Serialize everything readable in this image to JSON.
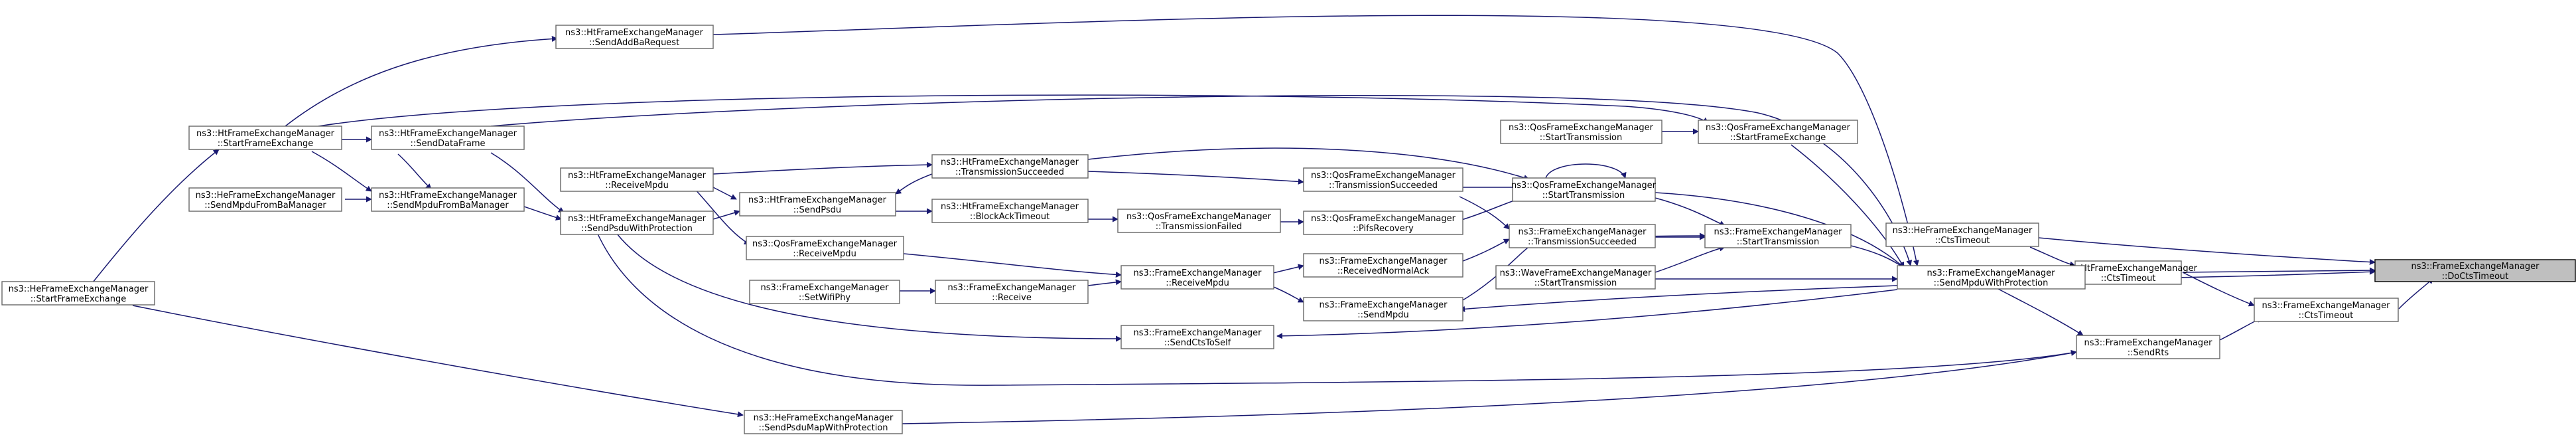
{
  "nodes": [
    {
      "id": "doCtsTimeout",
      "lines": [
        "ns3::FrameExchangeManager",
        "::DoCtsTimeout"
      ],
      "highlight": true
    },
    {
      "id": "heCtsTimeout",
      "lines": [
        "ns3::HeFrameExchangeManager",
        "::CtsTimeout"
      ]
    },
    {
      "id": "htCtsTimeout",
      "lines": [
        "ns3::HtFrameExchangeManager",
        "::CtsTimeout"
      ]
    },
    {
      "id": "feCtsTimeout",
      "lines": [
        "ns3::FrameExchangeManager",
        "::CtsTimeout"
      ]
    },
    {
      "id": "sendMpduWithProtection",
      "lines": [
        "ns3::FrameExchangeManager",
        "::SendMpduWithProtection"
      ]
    },
    {
      "id": "sendRts",
      "lines": [
        "ns3::FrameExchangeManager",
        "::SendRts"
      ]
    },
    {
      "id": "htSendAddBaRequest",
      "lines": [
        "ns3::HtFrameExchangeManager",
        "::SendAddBaRequest"
      ]
    },
    {
      "id": "htStartFrameExchange",
      "lines": [
        "ns3::HtFrameExchangeManager",
        "::StartFrameExchange"
      ]
    },
    {
      "id": "heStartFrameExchange",
      "lines": [
        "ns3::HeFrameExchangeManager",
        "::StartFrameExchange"
      ]
    },
    {
      "id": "htSendDataFrame",
      "lines": [
        "ns3::HtFrameExchangeManager",
        "::SendDataFrame"
      ]
    },
    {
      "id": "htSendMpduFromBaManager",
      "lines": [
        "ns3::HtFrameExchangeManager",
        "::SendMpduFromBaManager"
      ]
    },
    {
      "id": "heSendMpduFromBaManager",
      "lines": [
        "ns3::HeFrameExchangeManager",
        "::SendMpduFromBaManager"
      ]
    },
    {
      "id": "htSendPsduWithProtection",
      "lines": [
        "ns3::HtFrameExchangeManager",
        "::SendPsduWithProtection"
      ]
    },
    {
      "id": "heSendPsduMapWithProtection",
      "lines": [
        "ns3::HeFrameExchangeManager",
        "::SendPsduMapWithProtection"
      ]
    },
    {
      "id": "htReceiveMpdu",
      "lines": [
        "ns3::HtFrameExchangeManager",
        "::ReceiveMpdu"
      ]
    },
    {
      "id": "htSendPsdu",
      "lines": [
        "ns3::HtFrameExchangeManager",
        "::SendPsdu"
      ]
    },
    {
      "id": "qosReceiveMpdu",
      "lines": [
        "ns3::QosFrameExchangeManager",
        "::ReceiveMpdu"
      ]
    },
    {
      "id": "htTransmissionSucceeded",
      "lines": [
        "ns3::HtFrameExchangeManager",
        "::TransmissionSucceeded"
      ]
    },
    {
      "id": "htBlockAckTimeout",
      "lines": [
        "ns3::HtFrameExchangeManager",
        "::BlockAckTimeout"
      ]
    },
    {
      "id": "feSetWifiPhy",
      "lines": [
        "ns3::FrameExchangeManager",
        "::SetWifiPhy"
      ]
    },
    {
      "id": "feReceive",
      "lines": [
        "ns3::FrameExchangeManager",
        "::Receive"
      ]
    },
    {
      "id": "feReceiveMpdu",
      "lines": [
        "ns3::FrameExchangeManager",
        "::ReceiveMpdu"
      ]
    },
    {
      "id": "feSendCtsToSelf",
      "lines": [
        "ns3::FrameExchangeManager",
        "::SendCtsToSelf"
      ]
    },
    {
      "id": "qosTransmissionFailed",
      "lines": [
        "ns3::QosFrameExchangeManager",
        "::TransmissionFailed"
      ]
    },
    {
      "id": "qosTransmissionSucceeded",
      "lines": [
        "ns3::QosFrameExchangeManager",
        "::TransmissionSucceeded"
      ]
    },
    {
      "id": "qosPifsRecovery",
      "lines": [
        "ns3::QosFrameExchangeManager",
        "::PifsRecovery"
      ]
    },
    {
      "id": "feReceivedNormalAck",
      "lines": [
        "ns3::FrameExchangeManager",
        "::ReceivedNormalAck"
      ]
    },
    {
      "id": "feSendMpdu",
      "lines": [
        "ns3::FrameExchangeManager",
        "::SendMpdu"
      ]
    },
    {
      "id": "qosStartTransmission",
      "lines": [
        "ns3::QosFrameExchangeManager",
        "::StartTransmission"
      ]
    },
    {
      "id": "feTransmissionSucceeded",
      "lines": [
        "ns3::FrameExchangeManager",
        "::TransmissionSucceeded"
      ]
    },
    {
      "id": "waveStartTransmission",
      "lines": [
        "ns3::WaveFrameExchangeManager",
        "::StartTransmission"
      ]
    },
    {
      "id": "qosStartTransmission2",
      "lines": [
        "ns3::QosFrameExchangeManager",
        "::StartTransmission"
      ]
    },
    {
      "id": "qosStartFrameExchange",
      "lines": [
        "ns3::QosFrameExchangeManager",
        "::StartFrameExchange"
      ]
    },
    {
      "id": "feStartTransmission",
      "lines": [
        "ns3::FrameExchangeManager",
        "::StartTransmission"
      ]
    }
  ]
}
